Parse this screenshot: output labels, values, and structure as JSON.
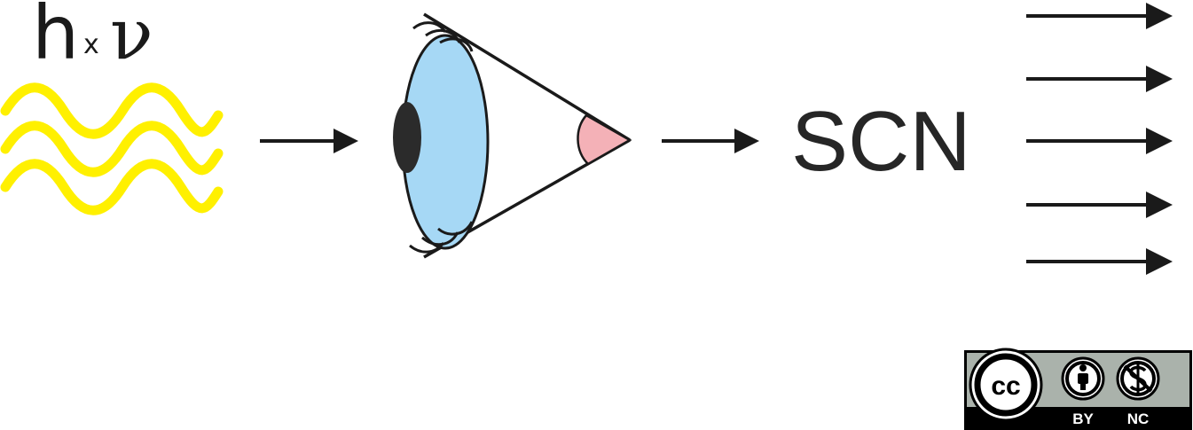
{
  "formula": {
    "h": "h",
    "times": "x",
    "nu": "ν"
  },
  "scn_label": "SCN",
  "license": {
    "cc": "cc",
    "by": "BY",
    "nc": "NC"
  },
  "colors": {
    "light_wave": "#fff000",
    "eye_iris": "#a6d8f5",
    "eye_pupil": "#2b2b2b",
    "eye_lens": "#f4b1b7",
    "arrow": "#1a1a1a",
    "badge_bg": "#aab2ab",
    "badge_dark": "#000000"
  },
  "icons": [
    "light-wave-icon",
    "eye-icon",
    "arrow-icon",
    "creative-commons-icon",
    "attribution-icon",
    "noncommercial-icon"
  ]
}
